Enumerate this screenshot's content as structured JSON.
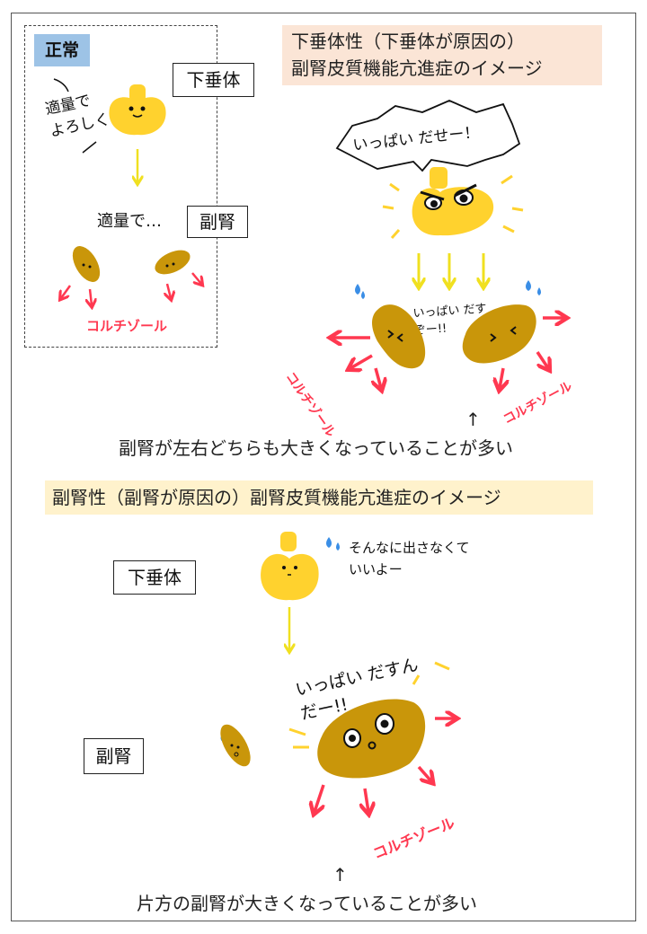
{
  "normal_section": {
    "label": "正常",
    "pituitary_label": "下垂体",
    "pituitary_speech": "適量で よろしく",
    "adrenal_speech": "適量で…",
    "adrenal_label": "副腎",
    "hormone_label": "コルチゾール"
  },
  "pituitary_type": {
    "title_line1": "下垂体性（下垂体が原因の）",
    "title_line2": "副腎皮質機能亢進症のイメージ",
    "pituitary_speech": "いっぱい だせー！",
    "adrenal_speech": "いっぱい だすぞー!!",
    "hormone_left": "コルチゾール",
    "hormone_right": "コルチゾール",
    "caption_arrow": "↑",
    "caption": "副腎が左右どちらも大きくなっていることが多い"
  },
  "adrenal_type": {
    "title": "副腎性（副腎が原因の）副腎皮質機能亢進症のイメージ",
    "pituitary_label": "下垂体",
    "pituitary_speech_line1": "そんなに出さなくて",
    "pituitary_speech_line2": "いいよー",
    "adrenal_label": "副腎",
    "adrenal_speech": "いっぱい だすんだー!!",
    "hormone_label": "コルチゾール",
    "caption_arrow": "↑",
    "caption": "片方の副腎が大きくなっていることが多い"
  },
  "colors": {
    "pituitary": "#ffd22e",
    "adrenal": "#c9960a",
    "arrow_red": "#ff3850",
    "arrow_yellow": "#f0e020",
    "sweat": "#3a8ee6"
  }
}
